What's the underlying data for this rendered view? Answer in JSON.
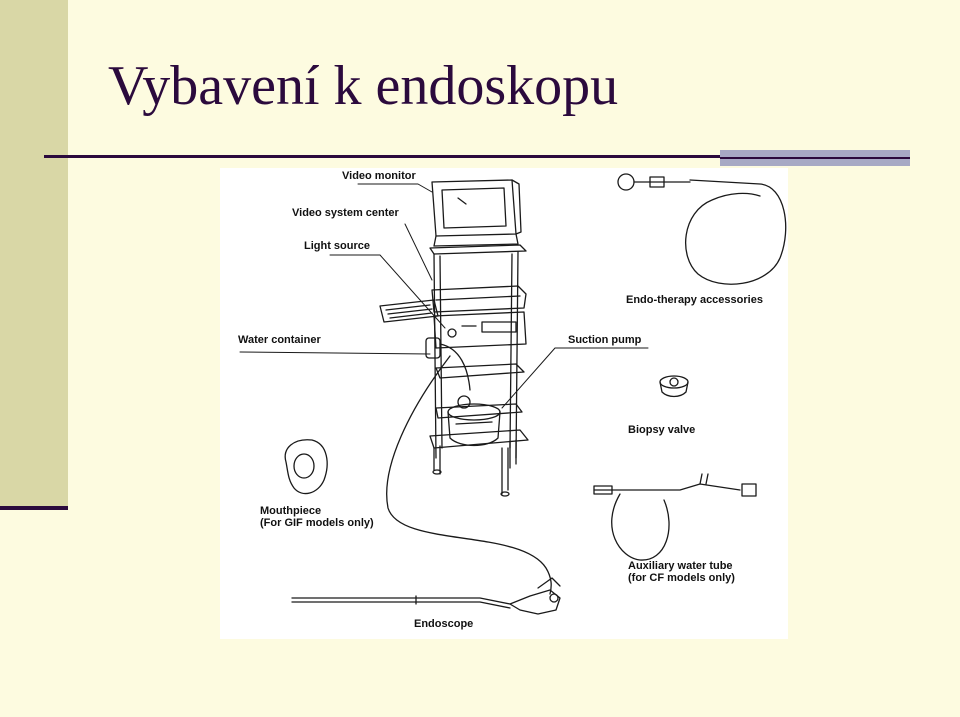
{
  "slide": {
    "title": "Vybavení k endoskopu"
  },
  "diagram": {
    "labels": {
      "video_monitor": "Video monitor",
      "video_system_center": "Video system center",
      "light_source": "Light source",
      "water_container": "Water container",
      "suction_pump": "Suction pump",
      "endo_therapy": "Endo-therapy accessories",
      "biopsy_valve": "Biopsy valve",
      "mouthpiece_1": "Mouthpiece",
      "mouthpiece_2": "(For GIF models only)",
      "aux_tube_1": "Auxiliary water tube",
      "aux_tube_2": "(for CF models only)",
      "endoscope": "Endoscope"
    }
  },
  "colors": {
    "background": "#fdfbe0",
    "side_band": "#d9d7a6",
    "title": "#2b0a3d",
    "accent_bar": "#a7a9c4"
  }
}
